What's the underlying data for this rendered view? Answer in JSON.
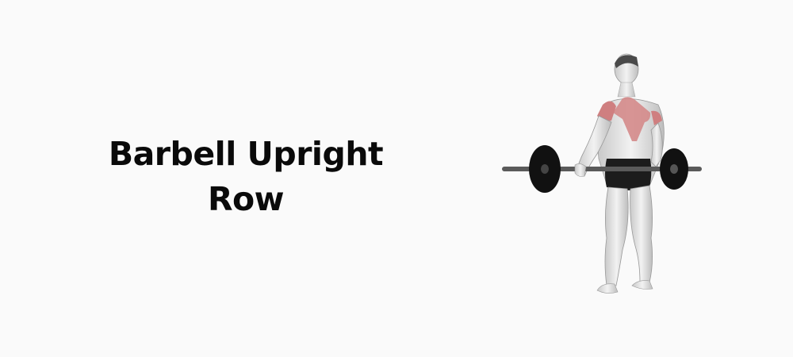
{
  "title": {
    "line1": "Barbell Upright",
    "line2": "Row"
  },
  "illustration": {
    "subject": "muscular man standing back view holding barbell",
    "highlighted_muscles": [
      "deltoids",
      "trapezius"
    ],
    "highlight_color": "#d4898a",
    "plate_color": "#111111",
    "bar_color": "#555555"
  }
}
